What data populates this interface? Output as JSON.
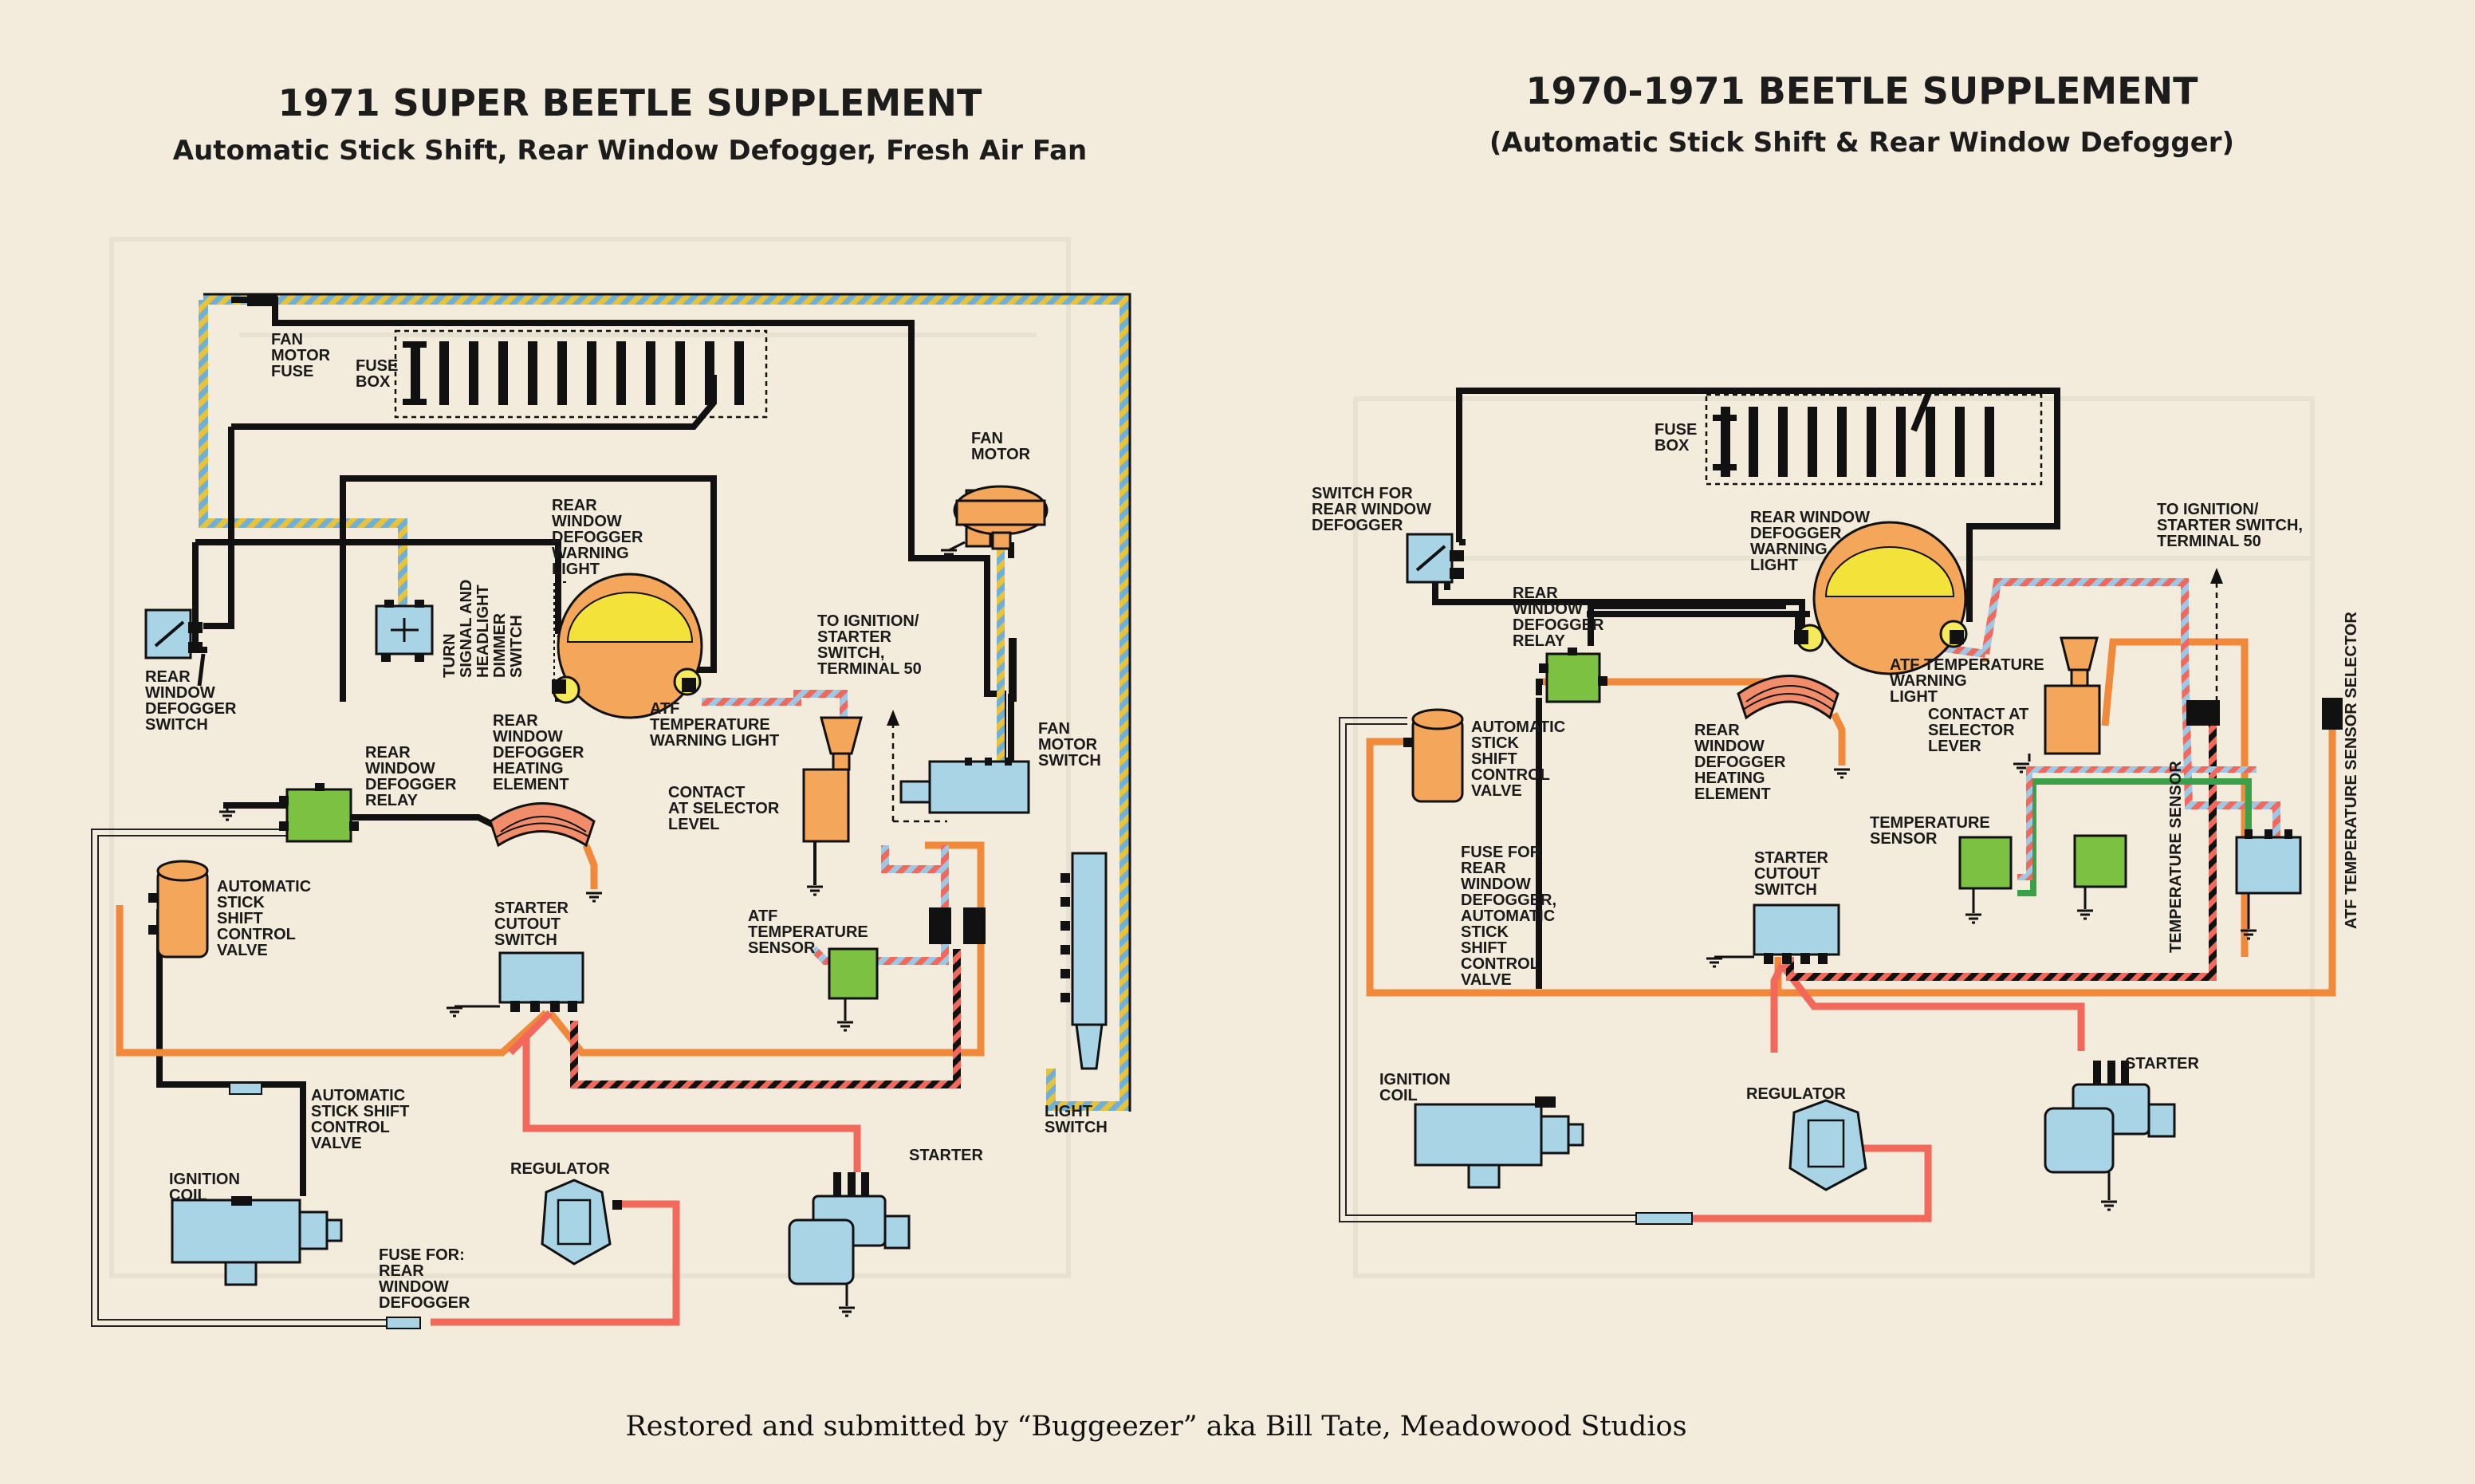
{
  "left": {
    "title": "1971 SUPER BEETLE SUPPLEMENT",
    "subtitle": "Automatic Stick Shift, Rear Window Defogger, Fresh Air Fan",
    "labels": {
      "fan_motor_fuse": [
        "FAN",
        "MOTOR",
        "FUSE"
      ],
      "fuse_box": [
        "FUSE",
        "BOX"
      ],
      "fan_motor": [
        "FAN",
        "MOTOR"
      ],
      "warning_light": [
        "REAR",
        "WINDOW",
        "DEFOGGER",
        "WARNING",
        "LIGHT"
      ],
      "turn_signal": [
        "TURN",
        "SIGNAL AND",
        "HEADLIGHT",
        "DIMMER",
        "SWITCH"
      ],
      "defogger_switch": [
        "REAR",
        "WINDOW",
        "DEFOGGER",
        "SWITCH"
      ],
      "ignition": [
        "TO IGNITION/",
        "STARTER",
        "SWITCH,",
        "TERMINAL 50"
      ],
      "atf_light": [
        "ATF",
        "TEMPERATURE",
        "WARNING LIGHT"
      ],
      "fan_motor_switch": [
        "FAN",
        "MOTOR",
        "SWITCH"
      ],
      "relay": [
        "REAR",
        "WINDOW",
        "DEFOGGER",
        "RELAY"
      ],
      "heating": [
        "REAR",
        "WINDOW",
        "DEFOGGER",
        "HEATING",
        "ELEMENT"
      ],
      "contact": [
        "CONTACT",
        "AT SELECTOR",
        "LEVEL"
      ],
      "control_valve": [
        "AUTOMATIC",
        "STICK",
        "SHIFT",
        "CONTROL",
        "VALVE"
      ],
      "starter_cutout": [
        "STARTER",
        "CUTOUT",
        "SWITCH"
      ],
      "atf_sensor": [
        "ATF",
        "TEMPERATURE",
        "SENSOR"
      ],
      "valve_bottom": [
        "AUTOMATIC",
        "STICK SHIFT",
        "CONTROL",
        "VALVE"
      ],
      "ignition_coil": [
        "IGNITION",
        "COIL"
      ],
      "regulator": [
        "REGULATOR"
      ],
      "starter": [
        "STARTER"
      ],
      "fuse_for": [
        "FUSE FOR:",
        "REAR",
        "WINDOW",
        "DEFOGGER"
      ],
      "light_switch": [
        "LIGHT",
        "SWITCH"
      ]
    }
  },
  "right": {
    "title": "1970-1971 BEETLE SUPPLEMENT",
    "subtitle": "(Automatic Stick Shift & Rear Window Defogger)",
    "labels": {
      "fuse_box": [
        "FUSE",
        "BOX"
      ],
      "switch_for": [
        "SWITCH FOR",
        "REAR WINDOW",
        "DEFOGGER"
      ],
      "warning_light": [
        "REAR WINDOW",
        "DEFOGGER",
        "WARNING",
        "LIGHT"
      ],
      "ignition": [
        "TO IGNITION/",
        "STARTER SWITCH,",
        "TERMINAL 50"
      ],
      "relay": [
        "REAR",
        "WINDOW",
        "DEFOGGER",
        "RELAY"
      ],
      "atf_light": [
        "ATF TEMPERATURE",
        "WARNING",
        "LIGHT"
      ],
      "contact": [
        "CONTACT AT",
        "SELECTOR",
        "LEVER"
      ],
      "control_valve": [
        "AUTOMATIC",
        "STICK",
        "SHIFT",
        "CONTROL",
        "VALVE"
      ],
      "heating": [
        "REAR",
        "WINDOW",
        "DEFOGGER",
        "HEATING",
        "ELEMENT"
      ],
      "temp_sensor": [
        "TEMPERATURE",
        "SENSOR"
      ],
      "fuse_for": [
        "FUSE FOR",
        "REAR",
        "WINDOW",
        "DEFOGGER,",
        "AUTOMATIC",
        "STICK",
        "SHIFT",
        "CONTROL",
        "VALVE"
      ],
      "starter_cutout": [
        "STARTER",
        "CUTOUT",
        "SWITCH"
      ],
      "temp_sensor_vertical": "TEMPERATURE SENSOR",
      "atf_sensor_selector": "ATF TEMPERATURE SENSOR SELECTOR",
      "ignition_coil": [
        "IGNITION",
        "COIL"
      ],
      "regulator": [
        "REGULATOR"
      ],
      "starter": [
        "STARTER"
      ]
    }
  },
  "credit": "Restored and submitted by “Buggeezer” aka Bill Tate, Meadowood Studios",
  "colors": {
    "paper": "#f3ecdc",
    "component_blue": "#a9d4e6",
    "component_orange": "#f4a65a",
    "component_green": "#7dc143",
    "wire_orange": "#f08a3a",
    "wire_red": "#f2685a",
    "wire_black": "#111111"
  }
}
